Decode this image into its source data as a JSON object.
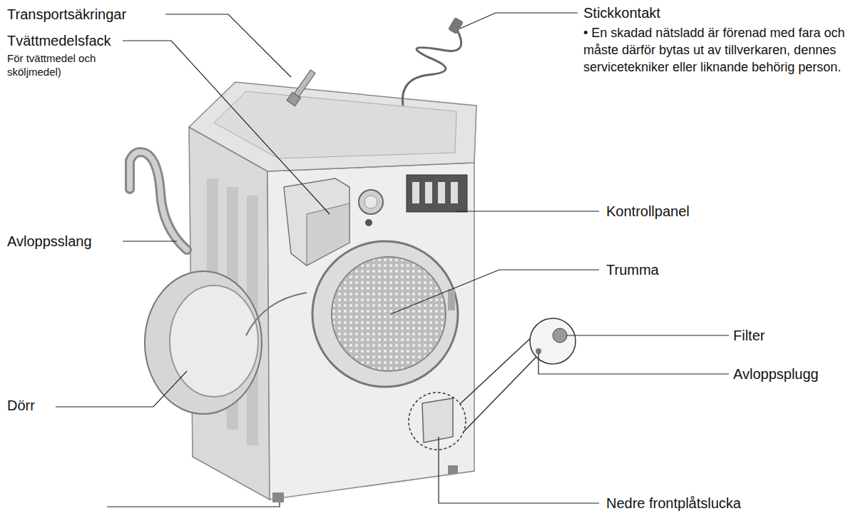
{
  "diagram": {
    "labels": [
      "Transportsäkringar",
      "Tvättmedelsfack",
      "För tvättmedel och sköljmedel)",
      "Avloppsslang",
      "Dörr",
      "Stickkontakt",
      "• En skadad nätsladd är förenad med fara och måste därför bytas ut av tillverkaren, dennes servicetekniker eller liknande behörig person.",
      "Kontrollpanel",
      "Trumma",
      "Filter",
      "Avloppsplugg",
      "Nedre frontplåtslucka"
    ]
  }
}
